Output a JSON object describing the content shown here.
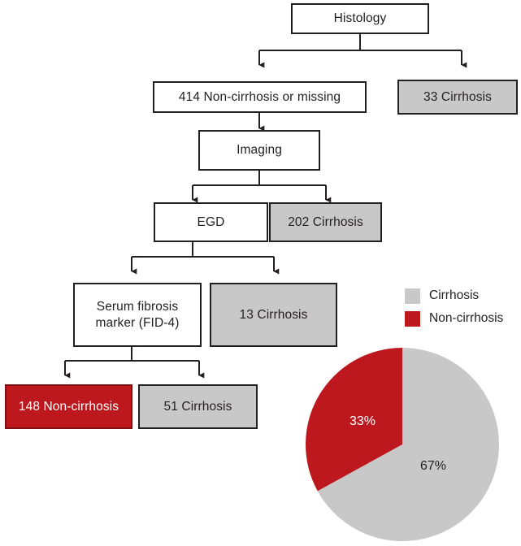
{
  "figure": {
    "type": "flowchart-with-pie",
    "nodes": [
      {
        "id": "histology",
        "label": "Histology",
        "fill": "white"
      },
      {
        "id": "noncirr414",
        "label": "414 Non-cirrhosis or missing",
        "fill": "white"
      },
      {
        "id": "cirr33",
        "label": "33 Cirrhosis",
        "fill": "gray"
      },
      {
        "id": "imaging",
        "label": "Imaging",
        "fill": "white"
      },
      {
        "id": "egd",
        "label": "EGD",
        "fill": "white"
      },
      {
        "id": "cirr202",
        "label": "202 Cirrhosis",
        "fill": "gray"
      },
      {
        "id": "serum",
        "label": "Serum fibrosis\nmarker (FID-4)",
        "fill": "white"
      },
      {
        "id": "cirr13",
        "label": "13 Cirrhosis",
        "fill": "gray"
      },
      {
        "id": "noncirr148",
        "label": "148 Non-cirrhosis",
        "fill": "red"
      },
      {
        "id": "cirr51",
        "label": "51 Cirrhosis",
        "fill": "gray"
      }
    ],
    "edges": [
      {
        "from": "histology",
        "to": "noncirr414"
      },
      {
        "from": "histology",
        "to": "cirr33"
      },
      {
        "from": "noncirr414",
        "to": "imaging"
      },
      {
        "from": "imaging",
        "to": "egd"
      },
      {
        "from": "imaging",
        "to": "cirr202"
      },
      {
        "from": "egd",
        "to": "serum"
      },
      {
        "from": "egd",
        "to": "cirr13"
      },
      {
        "from": "serum",
        "to": "noncirr148"
      },
      {
        "from": "serum",
        "to": "cirr51"
      }
    ]
  },
  "legend": {
    "items": [
      {
        "label": "Cirrhosis",
        "color": "#c8c8c8"
      },
      {
        "label": "Non-cirrhosis",
        "color": "#bd181e"
      }
    ]
  },
  "chart_data": {
    "type": "pie",
    "title": "",
    "categories": [
      "Cirrhosis",
      "Non-cirrhosis"
    ],
    "values": [
      67,
      33
    ],
    "labels": [
      "67%",
      "33%"
    ],
    "colors": [
      "#c8c8c8",
      "#bd181e"
    ],
    "units": "percent",
    "legend_position": "top-right",
    "start_angle_deg": 0,
    "direction": "clockwise"
  },
  "colors": {
    "red": "#bd181e",
    "gray": "#c8c8c8",
    "outline": "#231f20",
    "background": "#ffffff"
  }
}
